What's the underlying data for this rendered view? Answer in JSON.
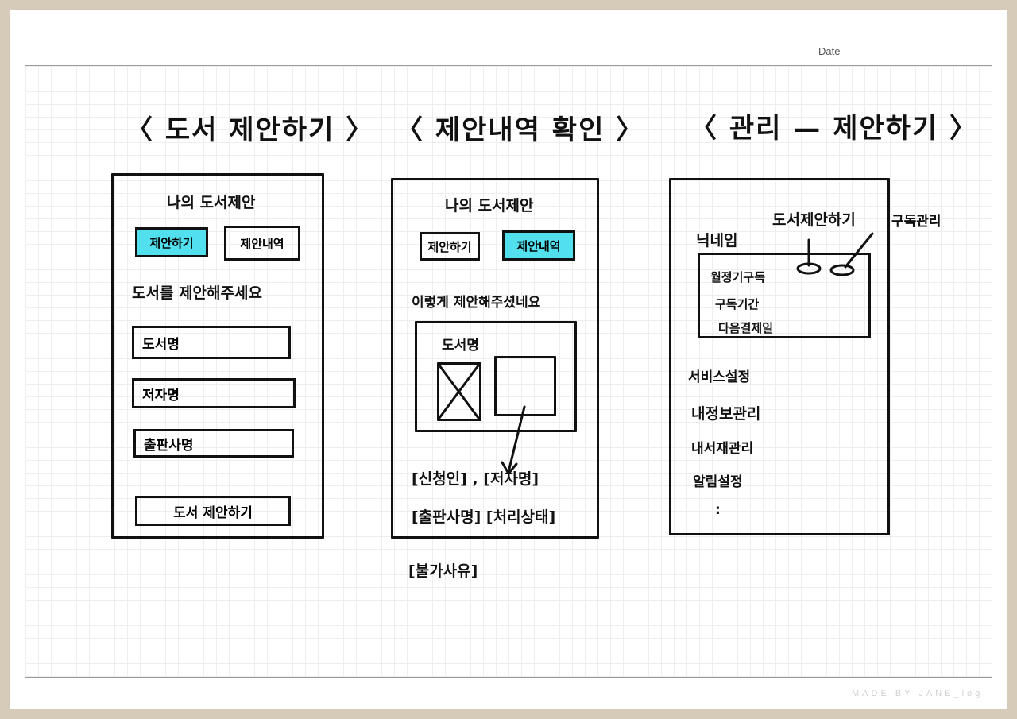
{
  "header": {
    "date_label": "Date"
  },
  "footer": {
    "credit": "MADE BY JANE_log"
  },
  "panels": [
    {
      "title": "〈 도서 제안하기 〉",
      "heading": "나의 도서제안",
      "tabs": [
        "제안하기",
        "제안내역"
      ],
      "prompt": "도서를 제안해주세요",
      "fields": [
        "도서명",
        "저자명",
        "출판사명"
      ],
      "submit": "도서 제안하기"
    },
    {
      "title": "〈 제안내역 확인 〉",
      "heading": "나의 도서제안",
      "tabs": [
        "제안하기",
        "제안내역"
      ],
      "prompt": "이렇게 제안해주셨네요",
      "card_title": "도서명",
      "info_line1": "[신청인] , [저자명]",
      "info_line2": "[출판사명] [처리상태]",
      "extra": "[불가사유]"
    },
    {
      "title": "〈 관리 — 제안하기 〉",
      "nickname": "닉네임",
      "callout_left": "도서제안하기",
      "callout_right": "구독관리",
      "card_items": [
        "월정기구독",
        "구독기간",
        "다음결제일"
      ],
      "menu": [
        "서비스설정",
        "내정보관리",
        "내서재관리",
        "알림설정",
        ":"
      ]
    }
  ]
}
